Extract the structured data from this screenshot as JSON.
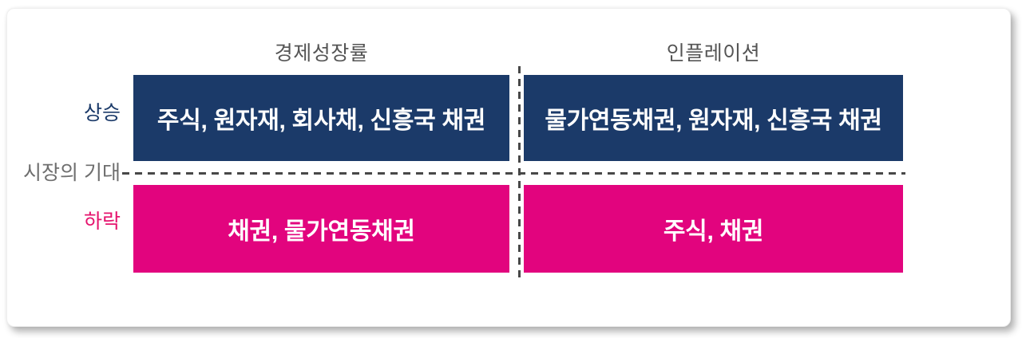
{
  "diagram": {
    "type": "quadrant-matrix",
    "columns": [
      {
        "id": "growth",
        "label": "경제성장률"
      },
      {
        "id": "inflation",
        "label": "인플레이션"
      }
    ],
    "axis_label": "시장의 기대",
    "rows": [
      {
        "id": "up",
        "label": "상승",
        "text_color": "#1b3a69"
      },
      {
        "id": "down",
        "label": "하락",
        "text_color": "#e5146e"
      }
    ],
    "cells": {
      "growth_up": "주식, 원자재, 회사채, 신흥국 채권",
      "inflation_up": "물가연동채권, 원자재, 신흥국 채권",
      "growth_down": "채권, 물가연동채권",
      "inflation_down": "주식, 채권"
    },
    "colors": {
      "up_bg": "#1b3a69",
      "down_bg": "#e2047e",
      "cell_text": "#ffffff",
      "header_text": "#555555",
      "axis_text": "#6e6e6e",
      "dash": "#484848"
    }
  }
}
